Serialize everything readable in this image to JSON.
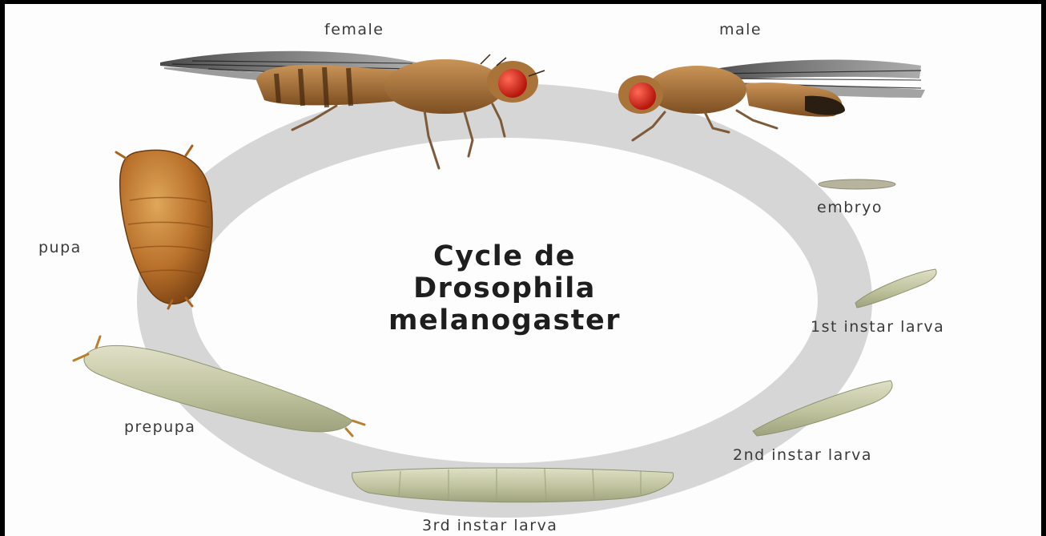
{
  "title_lines": [
    "Cycle de",
    "Drosophila",
    "melanogaster"
  ],
  "stages": {
    "female": "female",
    "male": "male",
    "embryo": "embryo",
    "first_instar": "1st instar larva",
    "second_instar": "2nd instar larva",
    "third_instar": "3rd instar larva",
    "prepupa": "prepupa",
    "pupa": "pupa"
  },
  "colors": {
    "cycle_ring": "#d6d6d6",
    "fly_body": "#b07a3c",
    "fly_eye": "#e0281c",
    "pupa": "#c27a2e",
    "larva": "#c5c8a6",
    "label_text": "#3a3a3a"
  }
}
